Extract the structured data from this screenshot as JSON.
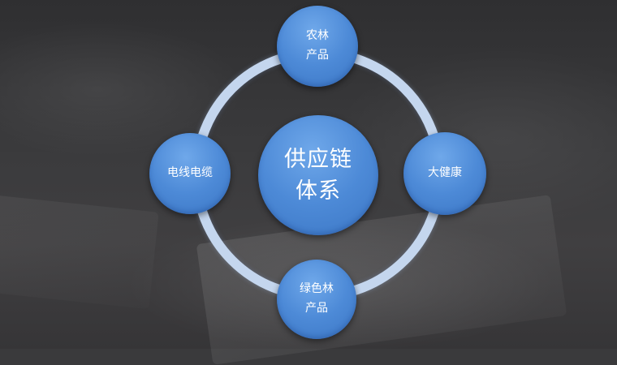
{
  "diagram": {
    "center": {
      "line1": "供应链",
      "line2": "体系"
    },
    "top": {
      "line1": "农林",
      "line2": "产品"
    },
    "right": {
      "line1": "大健康"
    },
    "bottom": {
      "line1": "绿色林",
      "line2": "产品"
    },
    "left": {
      "line1": "电线电缆"
    }
  },
  "colors": {
    "node_fill": "#4d8ad7",
    "ring": "#c4d6ee",
    "background": "#3a3a3c",
    "text": "#ffffff"
  }
}
